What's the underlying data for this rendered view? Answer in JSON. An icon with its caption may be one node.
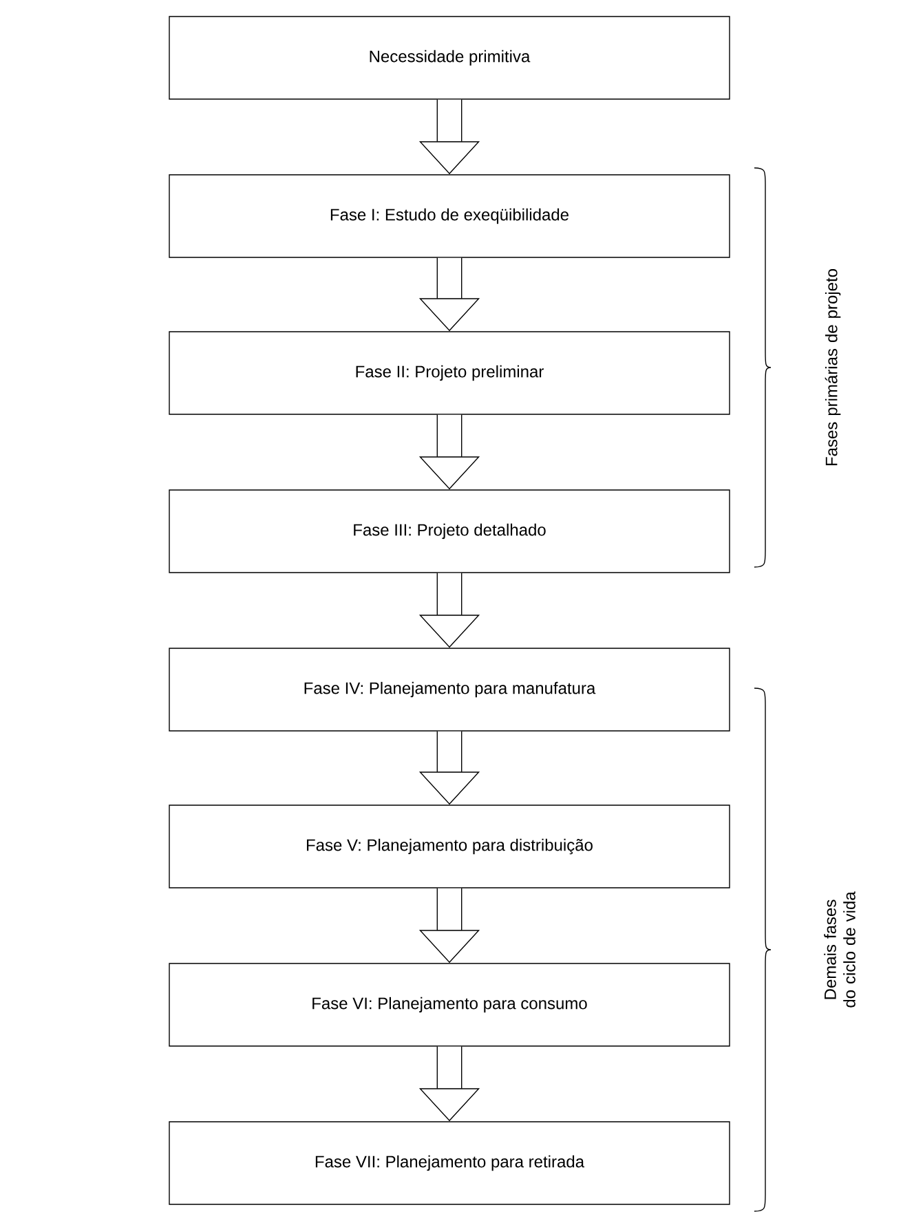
{
  "diagram": {
    "nodes": [
      {
        "text": [
          "Necessidade primitiva"
        ]
      },
      {
        "text": [
          "Fase I: Estudo de exeqüibilidade"
        ]
      },
      {
        "text": [
          "Fase II: Projeto preliminar"
        ]
      },
      {
        "text": [
          "Fase III: Projeto detalhado"
        ]
      },
      {
        "text": [
          "Fase IV: Planejamento para manufatura"
        ]
      },
      {
        "text": [
          "Fase V: Planejamento para distribuição"
        ]
      },
      {
        "text": [
          "Fase VI: Planejamento para consumo"
        ]
      },
      {
        "text": [
          "Fase VII: Planejamento para retirada"
        ]
      }
    ],
    "edges": [
      {
        "from": 0,
        "to": 1,
        "arrow": "to"
      },
      {
        "from": 1,
        "to": 2,
        "arrow": "to"
      },
      {
        "from": 2,
        "to": 3,
        "arrow": "to"
      },
      {
        "from": 3,
        "to": 4,
        "arrow": "to"
      },
      {
        "from": 4,
        "to": 5,
        "arrow": "to"
      },
      {
        "from": 5,
        "to": 6,
        "arrow": "to"
      },
      {
        "from": 6,
        "to": 7,
        "arrow": "to"
      }
    ],
    "labels": [
      "Fases primárias de projeto",
      "Demais fases do ciclo de vida"
    ]
  }
}
